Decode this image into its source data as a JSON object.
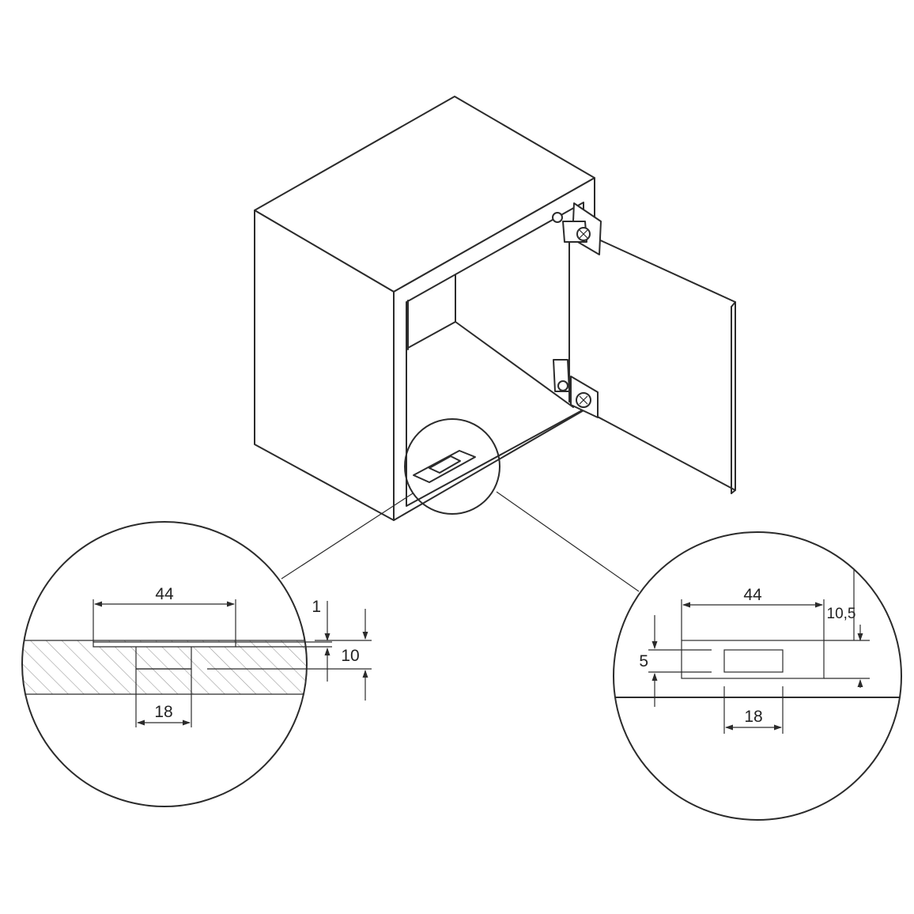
{
  "colors": {
    "line": "#2b2b2b",
    "hatch": "#9a9a9a",
    "background": "#ffffff"
  },
  "left_detail": {
    "width_label": "44",
    "recess_label": "1",
    "depth_label": "10",
    "hole_label": "18"
  },
  "right_detail": {
    "width_label": "44",
    "offset_label": "10,5",
    "height_label": "5",
    "hole_label": "18"
  }
}
